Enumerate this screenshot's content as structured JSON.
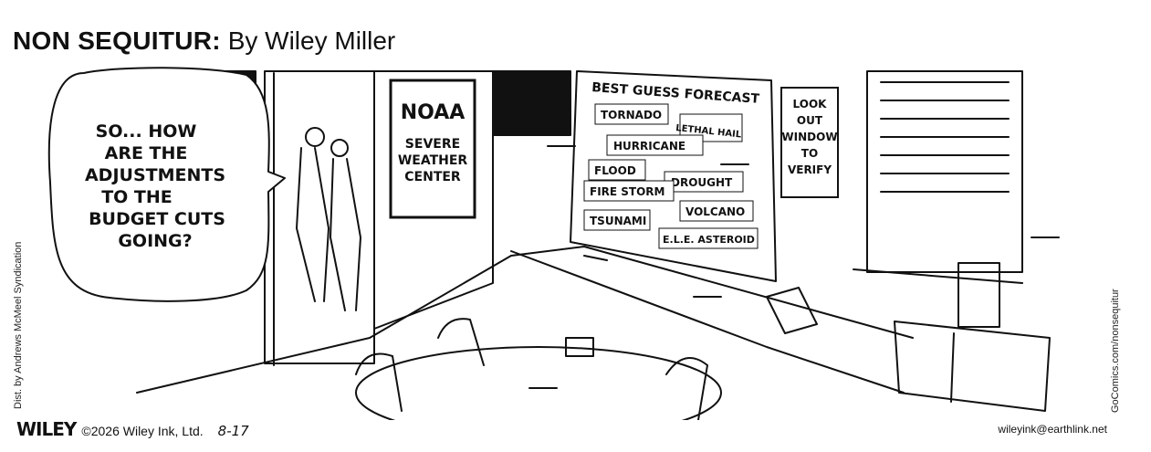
{
  "header": {
    "title_bold": "NON SEQUITUR:",
    "byline": "By Wiley Miller"
  },
  "speech_bubble": {
    "lines": [
      "SO... HOW",
      "ARE THE",
      "ADJUSTMENTS",
      "TO THE",
      "BUDGET CUTS",
      "GOING?"
    ]
  },
  "door_sign": {
    "lines": [
      "NOAA",
      "SEVERE",
      "WEATHER",
      "CENTER"
    ]
  },
  "forecast_board": {
    "title": "BEST GUESS FORECAST",
    "cards": [
      "TORNADO",
      "LETHAL HAIL",
      "HURRICANE",
      "FLOOD",
      "DROUGHT",
      "FIRE STORM",
      "VOLCANO",
      "TSUNAMI",
      "E.L.E. ASTEROID"
    ]
  },
  "window_sign": {
    "lines": [
      "LOOK",
      "OUT",
      "WINDOW",
      "TO",
      "VERIFY"
    ]
  },
  "credits": {
    "syndication": "Dist. by Andrews McMeel Syndication",
    "url": "GoComics.com/nonsequitur",
    "logo": "WILEY",
    "copyright": "©2026 Wiley Ink, Ltd.",
    "date": "8-17",
    "email": "wileyink@earthlink.net"
  }
}
